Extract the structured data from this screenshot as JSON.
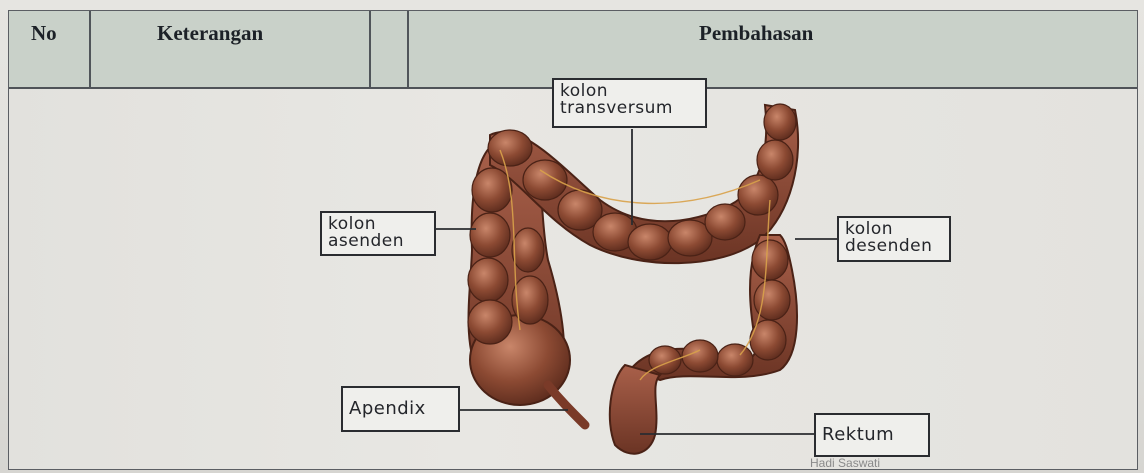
{
  "table": {
    "col_no": "No",
    "col_keterangan": "Keterangan",
    "col_pembahasan": "Pembahasan"
  },
  "labels": {
    "transversum": "kolon transversum",
    "asenden": "kolon asenden",
    "desenden": "kolon desenden",
    "apendix": "Apendix",
    "rektum": "Rektum"
  },
  "watermark": "Hadi Saswati",
  "colors": {
    "header_bg": "#c9d1c9",
    "intestine_main": "#8a4a32",
    "intestine_dark": "#5a2a1c",
    "intestine_light": "#c07a5a",
    "vessel": "#d9a24a"
  }
}
